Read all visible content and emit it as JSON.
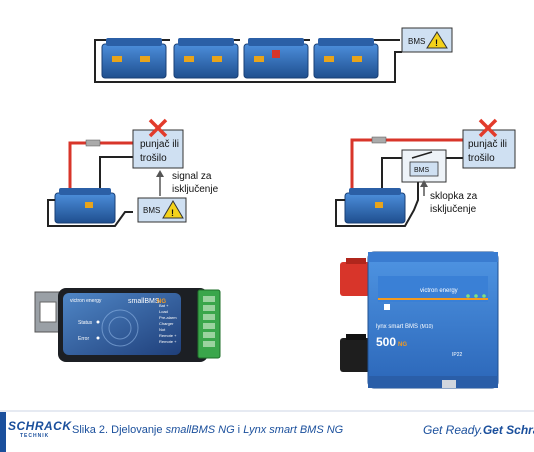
{
  "diagram": {
    "top": {
      "bms_label": "BMS"
    },
    "left": {
      "load_label_line1": "punjač ili",
      "load_label_line2": "trošilo",
      "signal_line1": "signal za",
      "signal_line2": "isključenje",
      "bms_label": "BMS"
    },
    "right": {
      "load_label_line1": "punjač ili",
      "load_label_line2": "trošilo",
      "bms_label": "BMS",
      "switch_line1": "sklopka za",
      "switch_line2": "isključenje"
    }
  },
  "small_bms": {
    "brand": "victron energy",
    "model": "smallBMS",
    "model_suffix": "NG",
    "status_label": "Status",
    "error_label": "Error",
    "terminals": [
      "Bat +",
      "Load",
      "Pre-alarm",
      "Charger",
      "Not",
      "Remote +",
      "Remote +"
    ]
  },
  "lynx_bms": {
    "brand": "victron energy",
    "model_line": "lynx smart BMS",
    "model_suffix": "(M10)",
    "rating": "500",
    "rating_suffix": "NG",
    "ip_rating": "IP22"
  },
  "footer": {
    "logo": "SCHRACK",
    "logo_sub": "TECHNIK",
    "caption_prefix": "Slika 2. Djelovanje ",
    "caption_name1": "smallBMS NG",
    "caption_mid": " i ",
    "caption_name2": "Lynx smart BMS NG",
    "tagline_prefix": "Get Ready.",
    "tagline_bold": "Get Schrac"
  },
  "colors": {
    "battery_blue": "#2f6fbf",
    "battery_dark": "#1f4f8f",
    "cable_red": "#d8352a",
    "cable_black": "#222222",
    "bms_box": "#cfe0f2",
    "warning_yellow": "#f4d21a",
    "cross_red": "#e23b2b",
    "brand_blue": "#1a4f9c"
  }
}
